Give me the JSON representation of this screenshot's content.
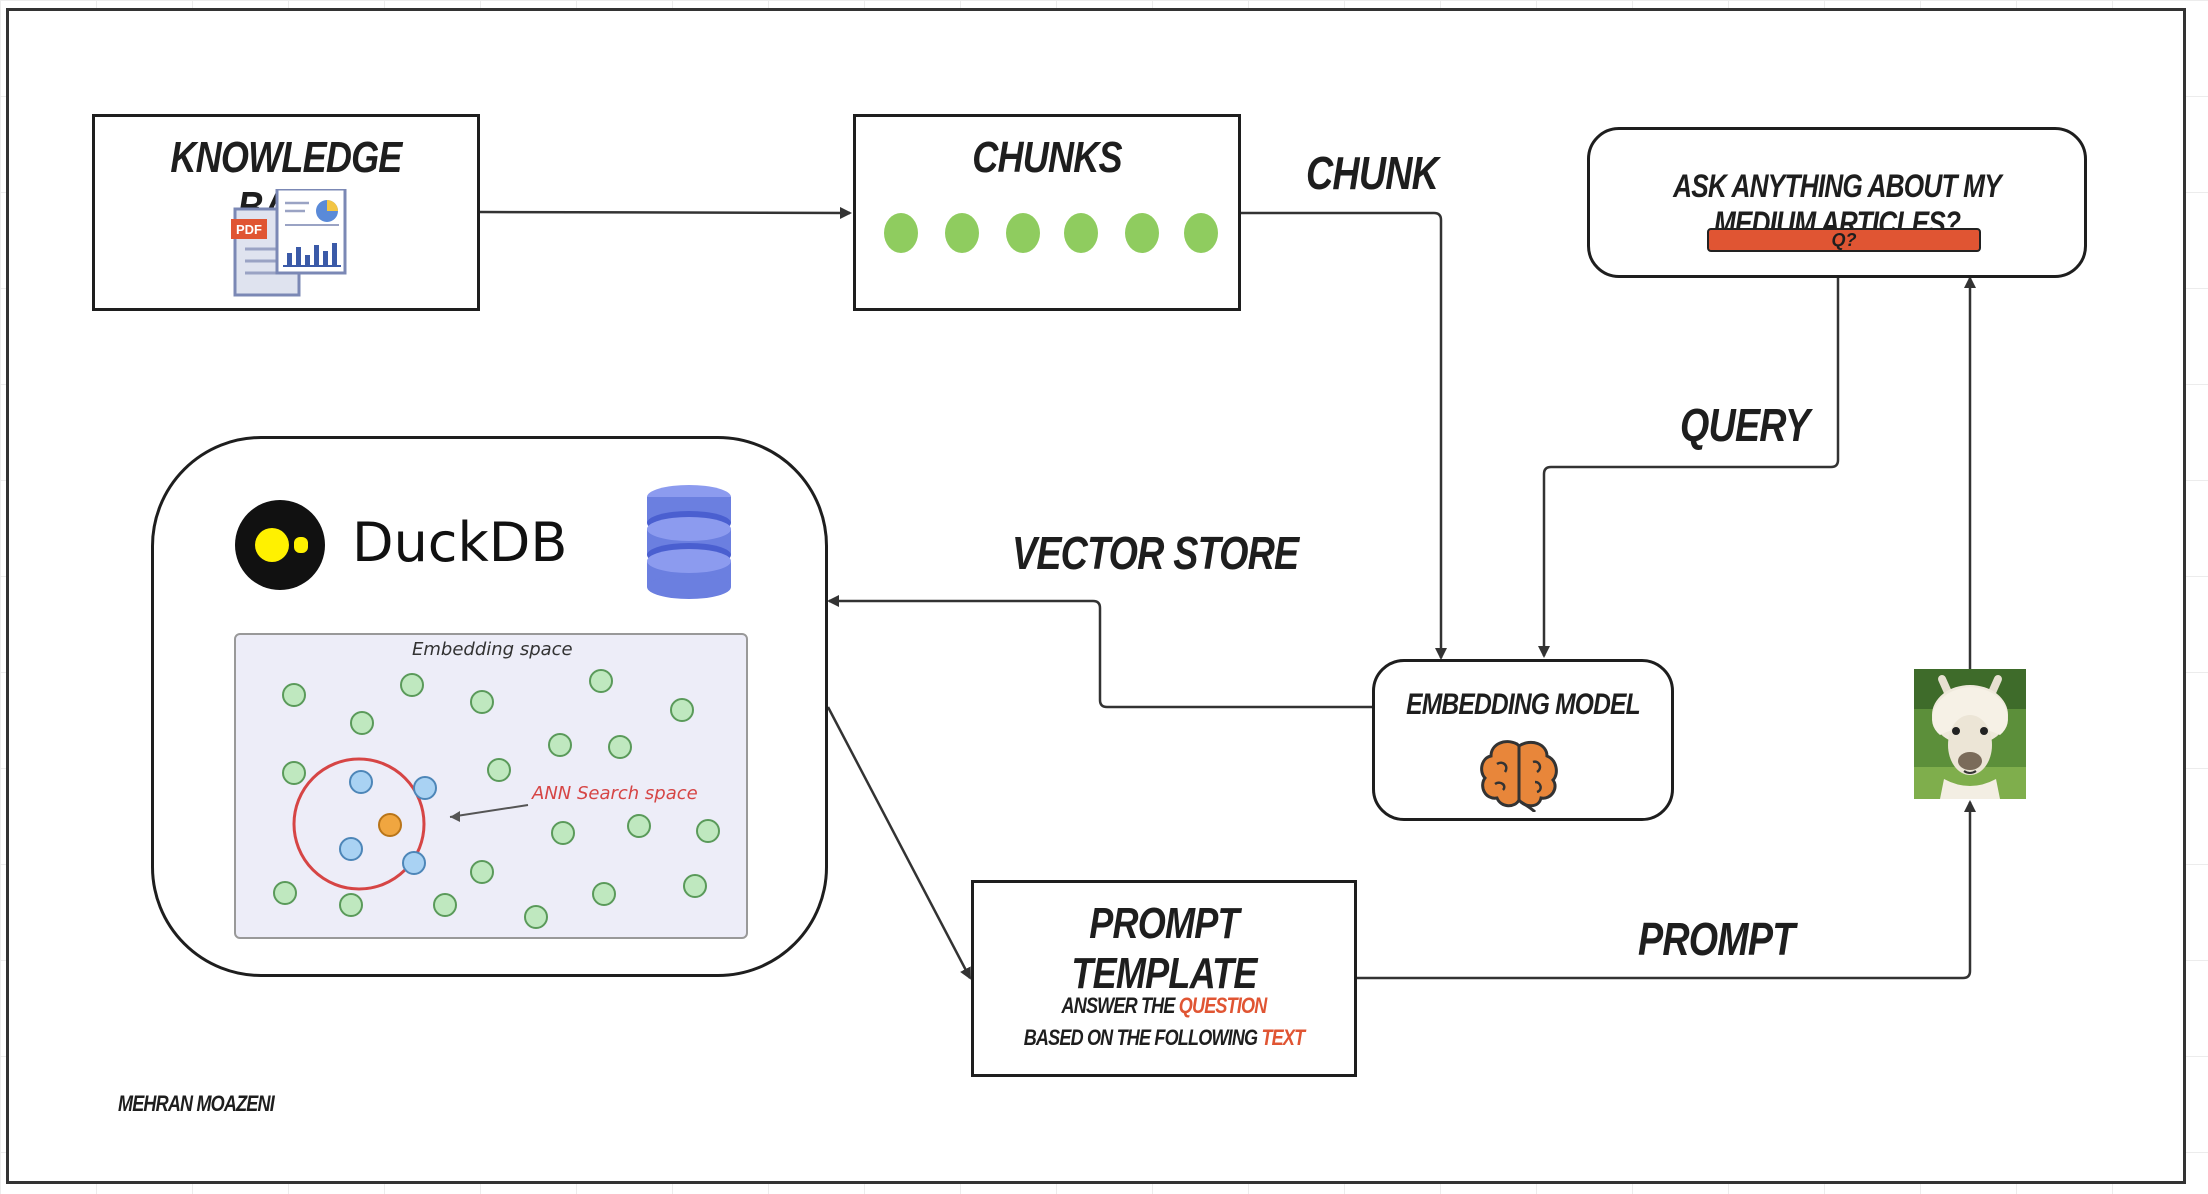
{
  "knowledge_base": {
    "title": "KNOWLEDGE BASE",
    "pdf_tag": "PDF"
  },
  "chunks": {
    "title": "CHUNKS",
    "dot_color": "#8fcc5f"
  },
  "question_box": {
    "title": "ASK ANYTHING ABOUT MY MEDIUM ARTICLES?",
    "input_text": "Q?",
    "input_color": "#e05533"
  },
  "duckdb": {
    "brand": "DuckDB",
    "embedding_space_label": "Embedding space",
    "ann_label": "ANN Search space",
    "db_color": "#6b7fe0"
  },
  "embedding_model": {
    "title": "EMBEDDING MODEL",
    "brain_icon": "brain-icon",
    "brain_color": "#e8863a"
  },
  "prompt_template": {
    "title": "PROMPT TEMPLATE",
    "line1_prefix": "ANSWER THE ",
    "line1_highlight": "QUESTION",
    "line2_prefix": "BASED ON THE FOLLOWING ",
    "line2_highlight": "TEXT",
    "highlight_color": "#e05533"
  },
  "edge_labels": {
    "chunk": "CHUNK",
    "query": "QUERY",
    "vector_store": "VECTOR STORE",
    "prompt": "PROMPT"
  },
  "llm": {
    "icon": "llama-icon"
  },
  "author": "MEHRAN MOAZENI"
}
